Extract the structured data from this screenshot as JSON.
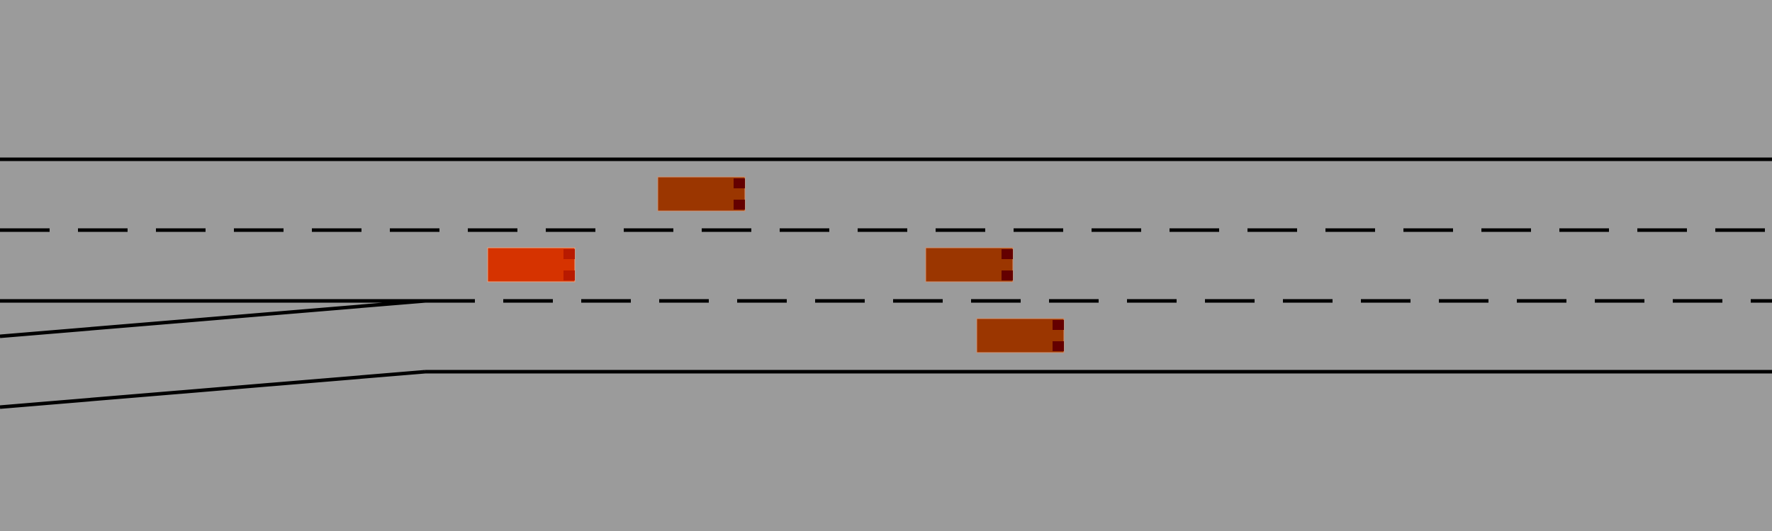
{
  "environment": {
    "type": "highway-merge",
    "background_color": "#9b9b9b",
    "lane_line_color": "#000000",
    "lanes": 3,
    "merge_lane_side": "left",
    "lane_line_style": [
      "solid",
      "dashed",
      "dashed",
      "solid"
    ]
  },
  "vehicles": [
    {
      "name": "ego-vehicle",
      "lane": 1,
      "body_color": "#d63300",
      "light_color": "#b81a00"
    },
    {
      "name": "other-vehicle",
      "lane": 0,
      "body_color": "#9b3600",
      "light_color": "#640000"
    },
    {
      "name": "other-vehicle",
      "lane": 1,
      "body_color": "#9b3600",
      "light_color": "#640000"
    },
    {
      "name": "other-vehicle",
      "lane": 2,
      "body_color": "#9b3600",
      "light_color": "#640000"
    }
  ]
}
